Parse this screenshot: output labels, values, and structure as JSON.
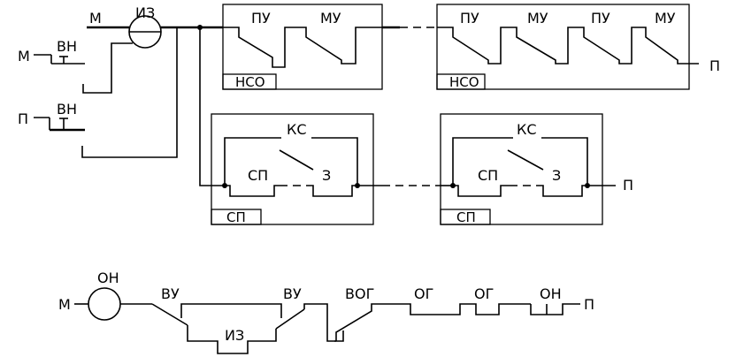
{
  "labels": {
    "m_top": "М",
    "iz_top": "ИЗ",
    "m_left": "М",
    "vn1": "ВН",
    "p_left": "П",
    "vn2": "ВН",
    "pu1": "ПУ",
    "mu1": "МУ",
    "nso1": "НСО",
    "pu2": "ПУ",
    "mu2": "МУ",
    "pu3": "ПУ",
    "mu3": "МУ",
    "nso2": "НСО",
    "p_right1": "П",
    "ks1": "КС",
    "sp1": "СП",
    "z1": "З",
    "sp_box1": "СП",
    "ks2": "КС",
    "sp2": "СП",
    "z2": "З",
    "sp_box2": "СП",
    "p_right2": "П",
    "m_bottom": "М",
    "on1": "ОН",
    "vu1": "ВУ",
    "iz_bottom": "ИЗ",
    "vu2": "ВУ",
    "vog": "ВОГ",
    "og1": "ОГ",
    "og2": "ОГ",
    "on2": "ОН",
    "p_bottom": "П"
  }
}
